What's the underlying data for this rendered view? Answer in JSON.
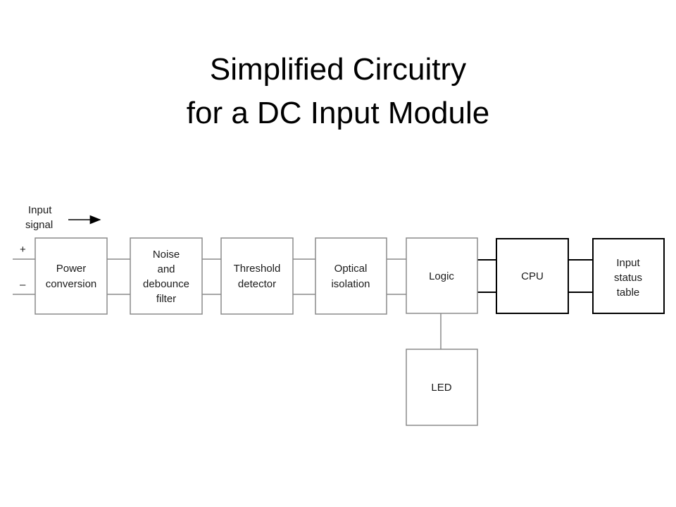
{
  "title": {
    "line1": "Simplified Circuitry",
    "line2": "for a DC Input Module"
  },
  "diagram": {
    "input_label": [
      "Input",
      "signal"
    ],
    "plus": "+",
    "minus": "–",
    "blocks": [
      {
        "id": "power",
        "lines": [
          "Power",
          "conversion"
        ]
      },
      {
        "id": "noise",
        "lines": [
          "Noise",
          "and",
          "debounce",
          "filter"
        ]
      },
      {
        "id": "threshold",
        "lines": [
          "Threshold",
          "detector"
        ]
      },
      {
        "id": "optical",
        "lines": [
          "Optical",
          "isolation"
        ]
      },
      {
        "id": "logic",
        "lines": [
          "Logic"
        ]
      },
      {
        "id": "cpu",
        "lines": [
          "CPU"
        ]
      },
      {
        "id": "status",
        "lines": [
          "Input",
          "status",
          "table"
        ]
      },
      {
        "id": "led",
        "lines": [
          "LED"
        ]
      }
    ]
  }
}
